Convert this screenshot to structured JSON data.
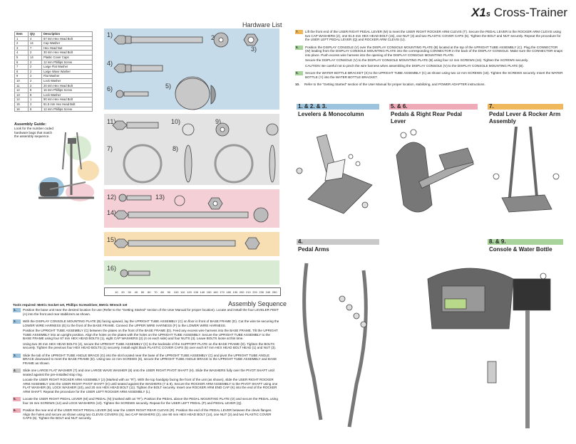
{
  "brand": {
    "model": "X1",
    "model_suffix": "s",
    "product": "Cross-Trainer"
  },
  "parts_table": {
    "headers": [
      "Item",
      "Qty",
      "Description"
    ],
    "rows": [
      [
        "1",
        "4",
        "67 mm Hex Head Bolt"
      ],
      [
        "2",
        "14",
        "Cap Washer"
      ],
      [
        "3",
        "7",
        "Hex Head Nut"
      ],
      [
        "4",
        "2",
        "30 mm Hex Head Bolt"
      ],
      [
        "5",
        "14",
        "Plastic Cover Caps"
      ],
      [
        "6",
        "2",
        "12 mm Phillips Screw"
      ],
      [
        "7",
        "2",
        "Large Flat Washer"
      ],
      [
        "8",
        "2",
        "Large Wave Washer"
      ],
      [
        "9",
        "2",
        "Flat Washer"
      ],
      [
        "10",
        "2",
        "Lock Washer"
      ],
      [
        "11",
        "2",
        "20 mm Hex Head Bolt"
      ],
      [
        "12",
        "8",
        "16 mm Phillips Screw"
      ],
      [
        "13",
        "8",
        "Lock Washer"
      ],
      [
        "14",
        "1",
        "90 mm Hex Head Bolt"
      ],
      [
        "15",
        "2",
        "81.5 mm Hex Head Bolt"
      ],
      [
        "16",
        "6",
        "12 mm Phillips Screw"
      ]
    ]
  },
  "assembly_guide": {
    "title": "Assembly Guide:",
    "text": "Look for the number coded hardware bags that match the assembly sequence."
  },
  "hardware_list": {
    "title": "Hardware List",
    "labels": [
      "1)",
      "2)",
      "3)",
      "4)",
      "5)",
      "6)",
      "7)",
      "8)",
      "9)",
      "10)",
      "11)",
      "12)",
      "13)",
      "14)",
      "15)",
      "16)"
    ],
    "ruler_ticks": [
      "10",
      "20",
      "30",
      "40",
      "50",
      "60",
      "70",
      "80",
      "90",
      "100",
      "110",
      "120",
      "130",
      "140",
      "150",
      "160",
      "170",
      "180",
      "190",
      "200",
      "210",
      "220",
      "230",
      "240",
      "250"
    ],
    "colors": {
      "blue": "#c5dbe9",
      "gray": "#e3e3e3",
      "pink": "#f4d0d6",
      "orange": "#f8deb3",
      "green": "#d9ecd3"
    }
  },
  "assembly_sequence": {
    "title": "Assembly Sequence",
    "tools": "Tools required: Metric Socket set, Phillips Screwdriver, Metric Wrench set"
  },
  "steps_left": [
    {
      "n": "1.",
      "color": "#9cc4de",
      "paras": [
        "Position the base unit near the desired location for use (Refer to the \"Getting Started\" section of the User Manual for proper location). Locate and install the four LEVELER FEET (A) into the front and rear stabilizers as shown."
      ]
    },
    {
      "n": "2.",
      "color": "#9cc4de",
      "paras": [
        "With the DISPLAY CONSOLE MOUNTING PLATE (B) facing upward, lay the UPRIGHT TUBE ASSEMBLY (C) on floor in front of BASE FRAME (D). Cut the wire tie securing the LOWER WIRE HARNESS (E) to the front of the BASE FRAME. Connect the UPPER WIRE HARNESS (F) to the LOWER WIRE HARNESS.",
        "Position the UPRIGHT TUBE ASSEMBLY (C) between the plates on the front of the BASE FRAME (D). Feed any excess wire harness into the BASE FRAME. Tilt the UPRIGHT TUBE ASSEMBLY into an upright position. Align the holes on the plates with the holes on the UPRIGHT TUBE ASSEMBLY. Secure the UPRIGHT TUBE ASSEMBLY to the BASE FRAME using four 67 mm HEX HEAD BOLTS (1), eight CAP WASHERS (2) (4 on each side) and four NUTS (3). Leave BOLTS loose at this time.",
        "Using two 30 mm HEX HEAD BOLTS (4), secure the UPRIGHT TUBE ASSEMBLY (C) to the backside of the SUPPORT PLATE on the BASE FRAME (D). Tighten the BOLTS securely. Tighten the previous four HEX HEAD BOLTS (1) securely. Install eight black PLASTIC COVER CAPS (5) over each 67 mm HEX HEAD BOLT HEAD (1) and NUT (3)."
      ]
    },
    {
      "n": "3.",
      "color": "#9cc4de",
      "paras": [
        "Slide the tab of the UPRIGHT TUBE ANGLE BRACE (G) into the slot located near the base of the UPRIGHT TUBE ASSEMBLY (C) and pivot the UPRIGHT TUBE ANGLE BRACE downward to meet the BASE FRAME (D). Using two 12 mm SCREWS (6), secure the UPRIGHT TUBE ANGLE BRACE to the UPRIGHT TUBE ASSEMBLY and BASE FRAME as shown."
      ]
    },
    {
      "n": "4.",
      "color": "#c9c9c9",
      "paras": [
        "Slide one LARGE FLAT WASHER (7) and one LARGE WAVE WASHER (8) onto the USER RIGHT PIVOT SHAFT (H). Slide the WASHERS fully over the PIVOT SHAFT until seated against the pre-installed stop ring.",
        "Locate the USER RIGHT ROCKER ARM ASSEMBLY (J) (Marked with an \"R\"). With the top handgrip facing the front of the unit (as shown), slide the USER RIGHT ROCKER ARM ASSEMBLY onto the USER RIGHT PIVOT SHAFT (H) until seated against the WASHERS (7 & 8). Secure the ROCKER ARM ASSEMBLY to the PIVOT SHAFT using one FLAT WASHER (9), LOCK WASHER (10), and 20 mm HEX HEAD BOLT (11). Tighten the BOLT securely. Insert one ROCKER ARM END CAP (K) into the end of the ROCKER ARM SHAFT. Repeat the procedure for the USER LEFT ROCKER ARM ASSEMBLY (L)."
      ]
    },
    {
      "n": "5.",
      "color": "#eeaab6",
      "paras": [
        "Locate the USER RIGHT PEDAL LEVER (M) and PEDAL (N) (marked with an \"R\"). Position the PEDAL above the PEDAL MOUNTING PLATE (O) and secure the PEDAL using four 16 mm SCREWS (12) and LOCK WASHERS (13). Tighten the SCREWS securely. Repeat for the USER LEFT PEDAL (P) and PEDAL LEVER (Q)."
      ]
    },
    {
      "n": "6.",
      "color": "#eeaab6",
      "paras": [
        "Position the rear end of the USER RIGHT PEDAL LEVER (M) near the USER RIGHT REAR CLEVIS (R). Position the end of the PEDAL LEVER between the clevis flanges. Align the holes and secure as shown using two CLEVIS COVERS (S), two CAP WASHERS (2), one 90 mm HEX HEAD BOLT (14), one NUT (3) and two PLASTIC COVER CAPS (5). Tighten the BOLT and NUT securely."
      ]
    }
  ],
  "steps_right": [
    {
      "n": "7.",
      "color": "#f0b85d",
      "paras": [
        "Lift the front end of the USER RIGHT PEDAL LEVER (M) to meet the USER RIGHT ROCKER ARM CLEVIS (T). Secure the PEDAL LEVER to the ROCKER ARM CLEVIS using two CAP WASHERS (2), one 81.5 mm HEX HEAD BOLT (15), one NUT (3) and two PLASTIC COVER CAPS (5). Tighten the BOLT and NUT securely. Repeat the procedure for the USER LEFT PEDAL LEVER (Q) and ROCKER ARM CLEVIS (U)."
      ]
    },
    {
      "n": "8.",
      "color": "#a8d39a",
      "paras": [
        "Position the DISPLAY CONSOLE (V) over the DISPLAY CONSOLE MOUNTING PLATE (B) located at the top of the UPRIGHT TUBE ASSEMBLY (C). Plug the CONNECTOR (W) leading from the DISPLAY CONSOLE MOUNTING PLATE into the corresponding CONNECTOR in the back of the DISPLAY CONSOLE. Make sure the CONNECTOR snaps into place. Push excess wire harness into the opening of the DISPLAY CONSOLE MOUNTING PLATE.",
        "Secure the DISPLAY CONSOLE (V) to the DISPLAY CONSOLE MOUNTING PLATE (B) using four 12 mm SCREWS (16). Tighten the SCREWS securely.",
        "CAUTION: Be careful not to pinch the wire harness when assembling the DISPLAY CONSOLE (V) to the DISPLAY CONSOLE MOUNTING PLATE (B)."
      ]
    },
    {
      "n": "9.",
      "color": "#a8d39a",
      "paras": [
        "Secure the WATER BOTTLE BRACKET (X) to the UPRIGHT TUBE ASSEMBLY (C) as shown using two 12 mm SCREWS (16). Tighten the SCREWS securely. Insert the WATER BOTTLE (Y) into the WATER BOTTLE BRACKET."
      ]
    },
    {
      "n": "10.",
      "color": "",
      "paras": [
        "Refer to the \"Getting Started\" section of the User Manual for proper location, stabilizing, and POWER ADAPTER instructions."
      ]
    }
  ],
  "sections": [
    {
      "label": "1. & 2. & 3.",
      "title": "Levelers & Monocolumn",
      "color": "#9cc4de"
    },
    {
      "label": "5. & 6.",
      "title": "Pedals & Right Rear Pedal Lever",
      "color": "#eeaab6"
    },
    {
      "label": "7.",
      "title": "Pedal Lever & Rocker Arm Assembly",
      "color": "#f0b85d"
    },
    {
      "label": "4.",
      "title": "Pedal Arms",
      "color": "#c9c9c9"
    },
    {
      "label": "8. & 9.",
      "title": "Console & Water Bottle",
      "color": "#a8d39a"
    }
  ]
}
